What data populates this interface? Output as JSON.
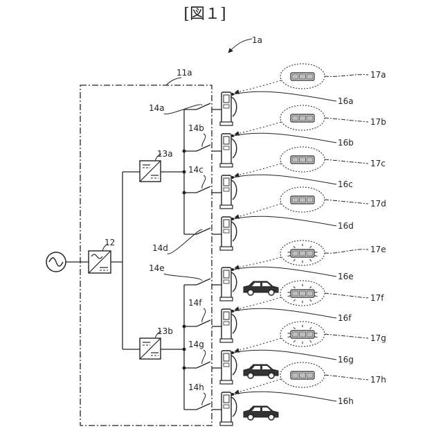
{
  "figure_title": "[図１]",
  "system_ref": "1a",
  "enclosure_ref": "11a",
  "converter_ref": "12",
  "dcdc_refs": [
    "13a",
    "13b"
  ],
  "switch_refs": [
    "14a",
    "14b",
    "14c",
    "14d",
    "14e",
    "14f",
    "14g",
    "14h"
  ],
  "charger_refs": [
    "16a",
    "16b",
    "16c",
    "16d",
    "16e",
    "16f",
    "16g",
    "16h"
  ],
  "battery_refs": [
    "17a",
    "17b",
    "17c",
    "17d",
    "17e",
    "17f",
    "17g",
    "17h"
  ],
  "vehicle_connected": [
    false,
    false,
    false,
    false,
    true,
    false,
    true,
    true
  ],
  "battery_glowing": [
    false,
    false,
    false,
    false,
    true,
    true,
    true,
    false
  ]
}
